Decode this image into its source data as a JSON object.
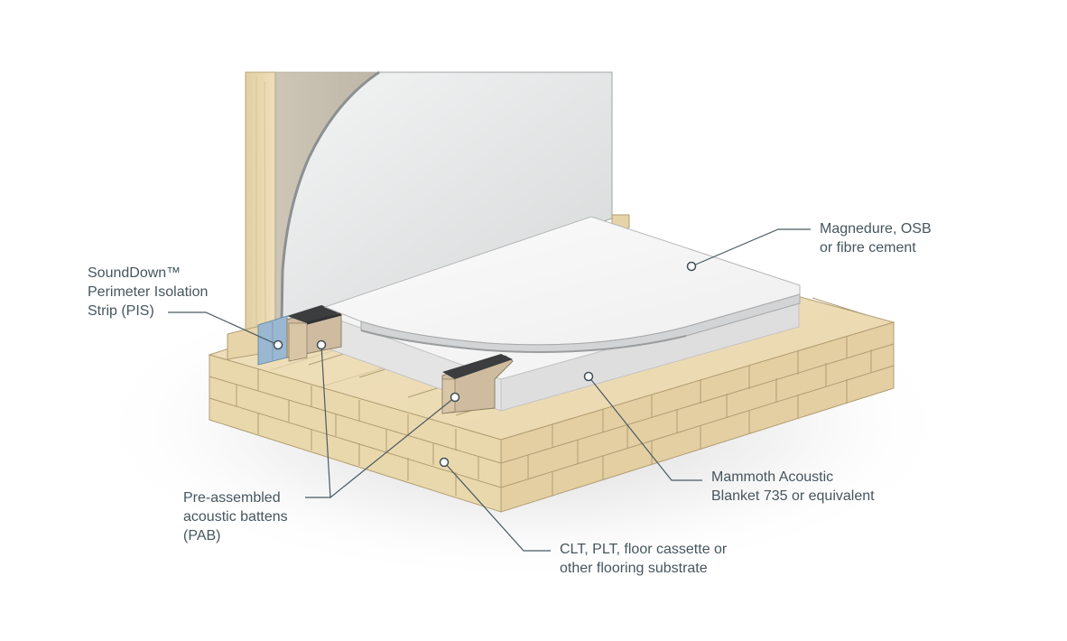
{
  "labels": {
    "pis": {
      "lines": [
        "SoundDown™",
        "Perimeter Isolation",
        "Strip (PIS)"
      ]
    },
    "pab": {
      "lines": [
        "Pre-assembled",
        "acoustic battens",
        "(PAB)"
      ]
    },
    "board": {
      "lines": [
        "Magnedure, OSB",
        "or fibre cement"
      ]
    },
    "blanket": {
      "lines": [
        "Mammoth Acoustic",
        "Blanket 735 or equivalent"
      ]
    },
    "substrate": {
      "lines": [
        "CLT, PLT, floor cassette or",
        "other flooring substrate"
      ]
    }
  }
}
